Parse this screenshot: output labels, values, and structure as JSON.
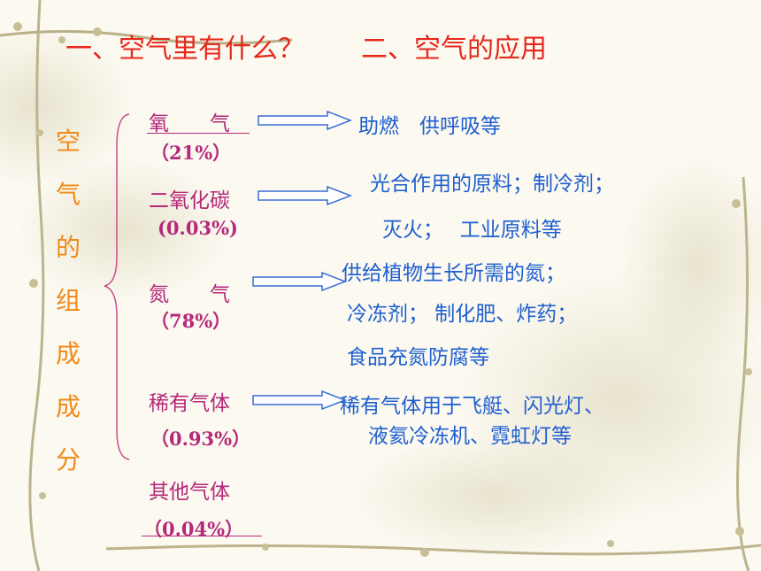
{
  "header": {
    "title_1": "一、空气里有什么？",
    "title_2": "二、空气的应用"
  },
  "vertical_label": [
    "空",
    "气",
    "的",
    "组",
    "成",
    "成",
    "分"
  ],
  "components": [
    {
      "name": "氧　　气",
      "pct": "（21%）"
    },
    {
      "name": "二氧化碳",
      "pct": "(0.03%)"
    },
    {
      "name": "氮　　气",
      "pct": "（78%）"
    },
    {
      "name": "稀有气体",
      "pct": "（0.93%）"
    },
    {
      "name": "其他气体",
      "pct": "（0.04%）"
    }
  ],
  "applications": {
    "oxygen": "助燃　供呼吸等",
    "co2_line1": "光合作用的原料；制冷剂；",
    "co2_line2": "灭火；　 工业原料等",
    "n2_line1": "供给植物生长所需的氮；",
    "n2_line2": "冷冻剂； 制化肥、炸药；",
    "n2_line3": "食品充氮防腐等",
    "rare_line1": "稀有气体用于飞艇、闪光灯、",
    "rare_line2": "液氦冷冻机、霓虹灯等"
  },
  "colors": {
    "title": "#e8281c",
    "gas": "#b5287a",
    "vertical": "#f08a1a",
    "application": "#1f5fd0"
  }
}
